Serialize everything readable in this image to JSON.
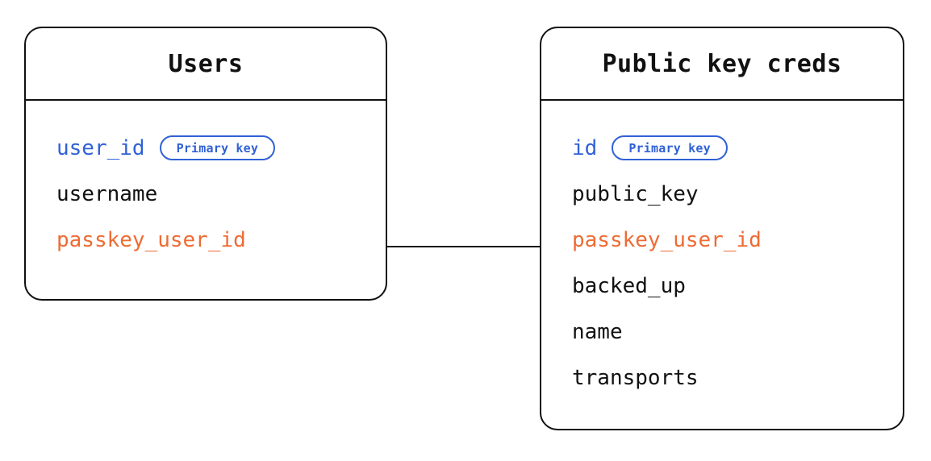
{
  "diagram": {
    "type": "entity-relationship-diagram",
    "background_color": "#ffffff",
    "colors": {
      "primary_key": "#3061D6",
      "foreign_key": "#EE6B33",
      "text": "#111111",
      "border": "#111111"
    },
    "entities": [
      {
        "id": "users",
        "title": "Users",
        "fields": [
          {
            "name": "user_id",
            "role": "primary-key",
            "badge": "Primary key"
          },
          {
            "name": "username",
            "role": "plain",
            "badge": null
          },
          {
            "name": "passkey_user_id",
            "role": "foreign-key",
            "badge": null
          }
        ]
      },
      {
        "id": "public-key-creds",
        "title": "Public key creds",
        "fields": [
          {
            "name": "id",
            "role": "primary-key",
            "badge": "Primary key"
          },
          {
            "name": "public_key",
            "role": "plain",
            "badge": null
          },
          {
            "name": "passkey_user_id",
            "role": "foreign-key",
            "badge": null
          },
          {
            "name": "backed_up",
            "role": "plain",
            "badge": null
          },
          {
            "name": "name",
            "role": "plain",
            "badge": null
          },
          {
            "name": "transports",
            "role": "plain",
            "badge": null
          }
        ]
      }
    ],
    "relationships": [
      {
        "from_entity": "users",
        "from_field": "passkey_user_id",
        "to_entity": "public-key-creds",
        "to_field": "passkey_user_id",
        "style": "solid-line"
      }
    ]
  }
}
